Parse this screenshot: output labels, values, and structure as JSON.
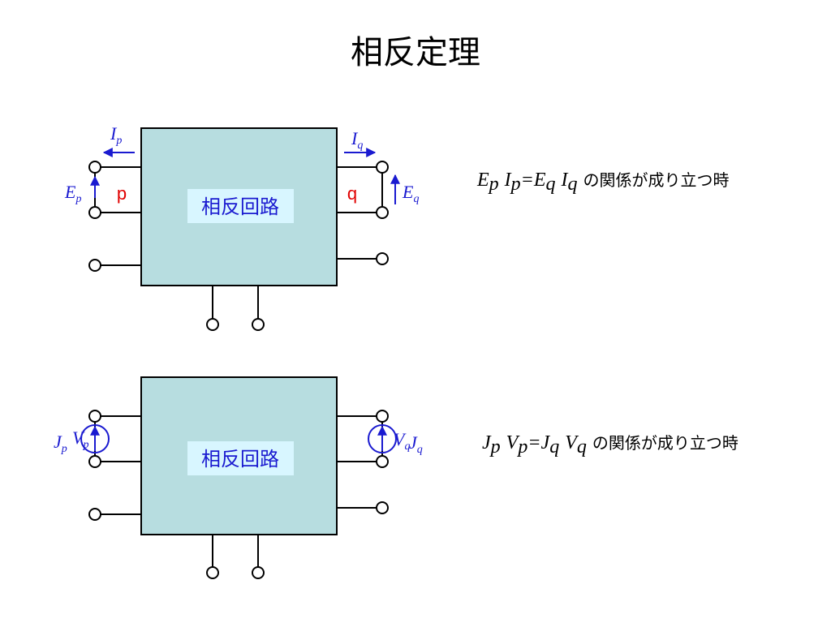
{
  "title": "相反定理",
  "diagram1": {
    "box_label": "相反回路",
    "port_p_label": "p",
    "port_q_label": "q",
    "left_voltage": {
      "sym": "E",
      "sub": "p"
    },
    "left_current": {
      "sym": "I",
      "sub": "p"
    },
    "right_voltage": {
      "sym": "E",
      "sub": "q"
    },
    "right_current": {
      "sym": "I",
      "sub": "q"
    }
  },
  "diagram2": {
    "box_label": "相反回路",
    "left_source": {
      "sym": "J",
      "sub": "p"
    },
    "left_voltage": {
      "sym": "V",
      "sub": "p"
    },
    "right_voltage": {
      "sym": "V",
      "sub": "q"
    },
    "right_source": {
      "sym": "J",
      "sub": "q"
    }
  },
  "relation1": {
    "a": "E",
    "a_sub": "p",
    "b": "I",
    "b_sub": "p",
    "eq": "=",
    "c": "E",
    "c_sub": "q",
    "d": "I",
    "d_sub": "q",
    "suffix": "の関係が成り立つ時"
  },
  "relation2": {
    "a": "J",
    "a_sub": "p",
    "b": "V",
    "b_sub": "p",
    "eq": "=",
    "c": "J",
    "c_sub": "q",
    "d": "V",
    "d_sub": "q",
    "suffix": "の関係が成り立つ時"
  },
  "colors": {
    "box_fill": "#b7dde0",
    "label_bg": "#d8f6ff",
    "accent_blue": "#1a1ad0",
    "port_red": "#e00000"
  }
}
